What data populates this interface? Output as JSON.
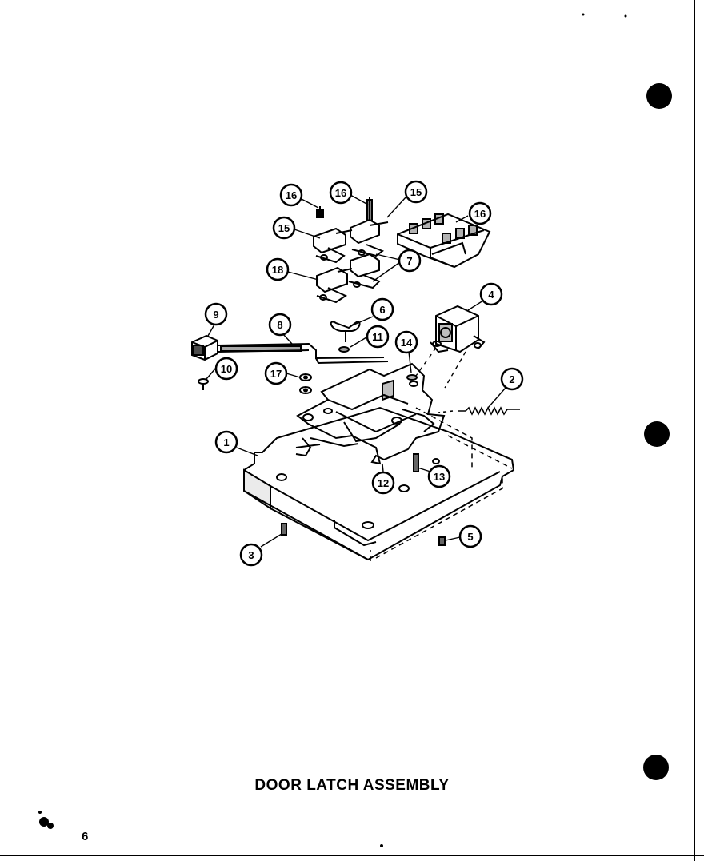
{
  "title": "DOOR LATCH ASSEMBLY",
  "page_number": "6",
  "callouts": [
    "16",
    "16",
    "15",
    "15",
    "16",
    "18",
    "7",
    "4",
    "9",
    "8",
    "6",
    "11",
    "14",
    "10",
    "17",
    "2",
    "1",
    "12",
    "13",
    "3",
    "5"
  ]
}
